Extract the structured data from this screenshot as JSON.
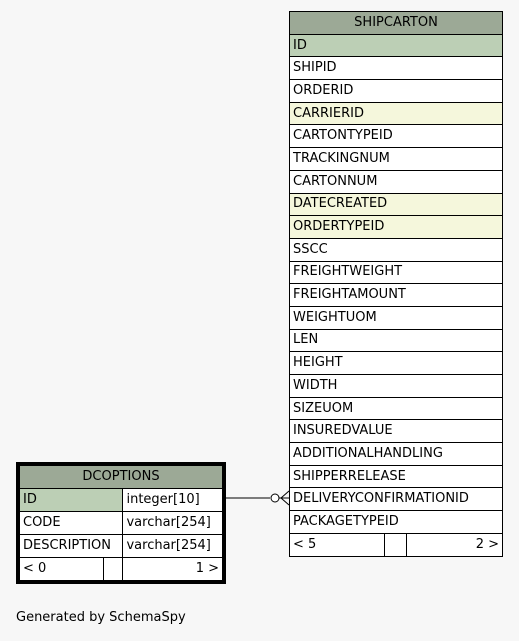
{
  "shipcarton": {
    "title": "SHIPCARTON",
    "columns": [
      {
        "name": "ID",
        "kind": "pk"
      },
      {
        "name": "SHIPID",
        "kind": "plain"
      },
      {
        "name": "ORDERID",
        "kind": "plain"
      },
      {
        "name": "CARRIERID",
        "kind": "fk"
      },
      {
        "name": "CARTONTYPEID",
        "kind": "plain"
      },
      {
        "name": "TRACKINGNUM",
        "kind": "plain"
      },
      {
        "name": "CARTONNUM",
        "kind": "plain"
      },
      {
        "name": "DATECREATED",
        "kind": "fk"
      },
      {
        "name": "ORDERTYPEID",
        "kind": "fk"
      },
      {
        "name": "SSCC",
        "kind": "plain"
      },
      {
        "name": "FREIGHTWEIGHT",
        "kind": "plain"
      },
      {
        "name": "FREIGHTAMOUNT",
        "kind": "plain"
      },
      {
        "name": "WEIGHTUOM",
        "kind": "plain"
      },
      {
        "name": "LEN",
        "kind": "plain"
      },
      {
        "name": "HEIGHT",
        "kind": "plain"
      },
      {
        "name": "WIDTH",
        "kind": "plain"
      },
      {
        "name": "SIZEUOM",
        "kind": "plain"
      },
      {
        "name": "INSUREDVALUE",
        "kind": "plain"
      },
      {
        "name": "ADDITIONALHANDLING",
        "kind": "plain"
      },
      {
        "name": "SHIPPERRELEASE",
        "kind": "plain"
      },
      {
        "name": "DELIVERYCONFIRMATIONID",
        "kind": "plain"
      },
      {
        "name": "PACKAGETYPEID",
        "kind": "plain"
      }
    ],
    "footer": {
      "left": "< 5",
      "mid": "",
      "right": "2 >"
    }
  },
  "dcoptions": {
    "title": "DCOPTIONS",
    "columns": [
      {
        "name": "ID",
        "type": "integer[10]",
        "kind": "pk"
      },
      {
        "name": "CODE",
        "type": "varchar[254]",
        "kind": "plain"
      },
      {
        "name": "DESCRIPTION",
        "type": "varchar[254]",
        "kind": "plain"
      }
    ],
    "footer": {
      "left": "< 0",
      "mid": "",
      "right": "1 >"
    }
  },
  "generated_by": "Generated by SchemaSpy",
  "colors": {
    "header": "#9ca996",
    "primary_key": "#bccfb5",
    "foreign_key": "#f5f7dc",
    "background": "#f7f7f7"
  }
}
